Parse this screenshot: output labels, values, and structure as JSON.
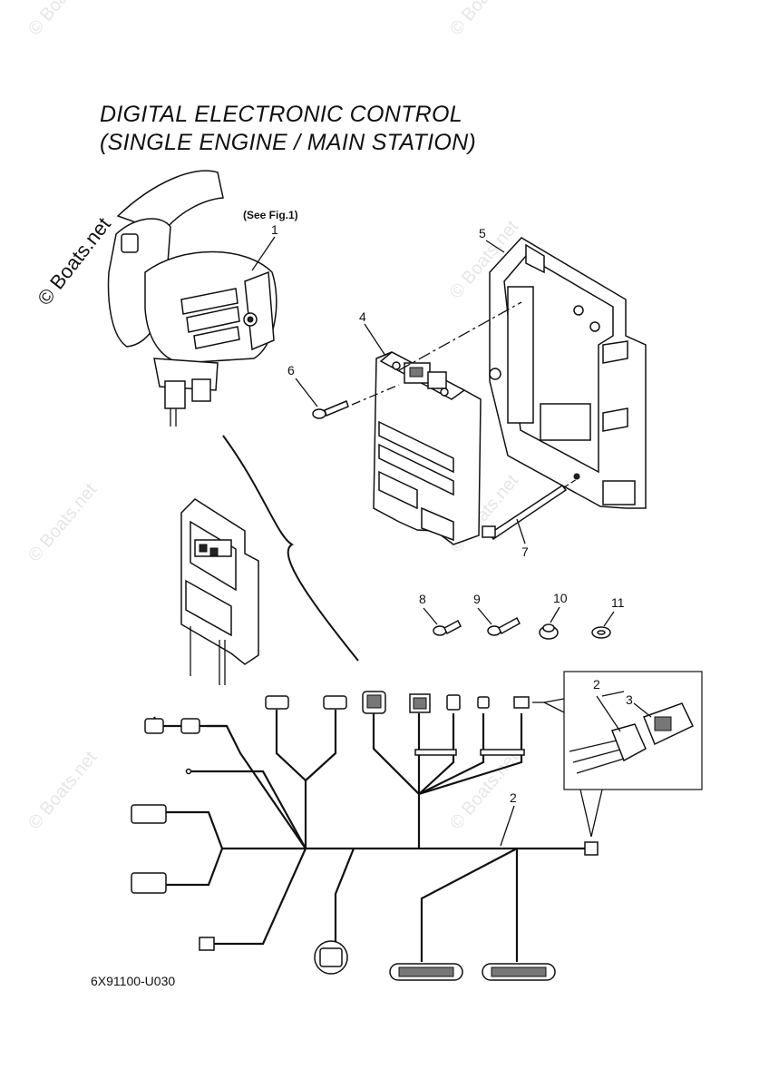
{
  "title": {
    "line1": "DIGITAL ELECTRONIC CONTROL",
    "line2": "(SINGLE ENGINE / MAIN STATION)"
  },
  "watermark": {
    "main": "© Boats.net",
    "faint": "© Boats.net"
  },
  "see_fig": "(See Fig.1)",
  "callouts": [
    "1",
    "2",
    "3",
    "4",
    "5",
    "6",
    "7",
    "8",
    "9",
    "10",
    "11"
  ],
  "part_number": "6X91100-U030",
  "icons": {
    "remote_control": "throttle-lever-icon",
    "ecu": "control-module-icon",
    "bracket": "mounting-bracket-icon",
    "harness": "wire-harness-icon"
  }
}
